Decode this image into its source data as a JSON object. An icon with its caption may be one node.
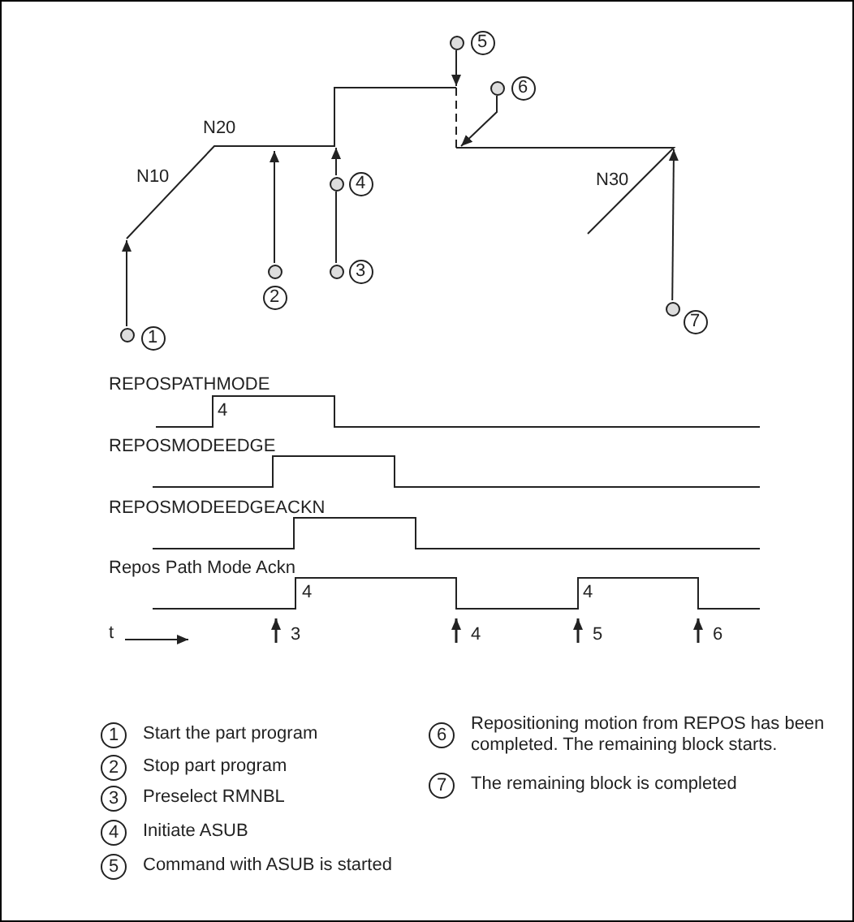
{
  "diagram": {
    "nodes": [
      {
        "text": [
          "1"
        ]
      },
      {
        "text": [
          "2"
        ]
      },
      {
        "text": [
          "3"
        ]
      },
      {
        "text": [
          "4"
        ]
      },
      {
        "text": [
          "5"
        ]
      },
      {
        "text": [
          "6"
        ]
      },
      {
        "text": [
          "7"
        ]
      },
      {
        "text": [],
        "shape": "circle"
      },
      {
        "text": [],
        "shape": "circle"
      },
      {
        "text": [],
        "shape": "circle"
      },
      {
        "text": [],
        "shape": "circle"
      },
      {
        "text": [],
        "shape": "circle"
      },
      {
        "text": [],
        "shape": "circle"
      },
      {
        "text": [],
        "shape": "circle"
      },
      {
        "text": [
          "1"
        ],
        "beside": [
          "Start the part program"
        ]
      },
      {
        "text": [
          "2"
        ],
        "beside": [
          "Stop part program"
        ]
      },
      {
        "text": [
          "3"
        ],
        "beside": [
          "Preselect RMNBL"
        ]
      },
      {
        "text": [
          "4"
        ],
        "beside": [
          "Initiate ASUB"
        ]
      },
      {
        "text": [
          "5"
        ],
        "beside": [
          "Command with ASUB is started"
        ]
      },
      {
        "text": [
          "6"
        ],
        "beside": [
          "Repositioning motion from REPOS has been completed. The remaining block starts."
        ]
      },
      {
        "text": [
          "7"
        ],
        "beside": [
          "The remaining block is completed"
        ]
      }
    ],
    "edges": [
      {
        "from": 7,
        "to": null,
        "arrow": "to"
      },
      {
        "from": 8,
        "to": null,
        "arrow": "to"
      },
      {
        "from": 9,
        "to": null,
        "arrow": "to"
      },
      {
        "from": 10,
        "to": 9,
        "arrow": "none"
      },
      {
        "from": 11,
        "to": null,
        "arrow": "to"
      },
      {
        "from": 12,
        "to": null,
        "arrow": "to"
      },
      {
        "from": 13,
        "to": null,
        "arrow": "to"
      }
    ],
    "labels": [
      "N20",
      "N10",
      "N30",
      "REPOSPATHMODE",
      "4",
      "REPOSMODEEDGE",
      "REPOSMODEEDGEACKN",
      "Repos Path Mode Ackn",
      "4",
      "4",
      "t",
      "3",
      "4",
      "5",
      "6"
    ]
  }
}
